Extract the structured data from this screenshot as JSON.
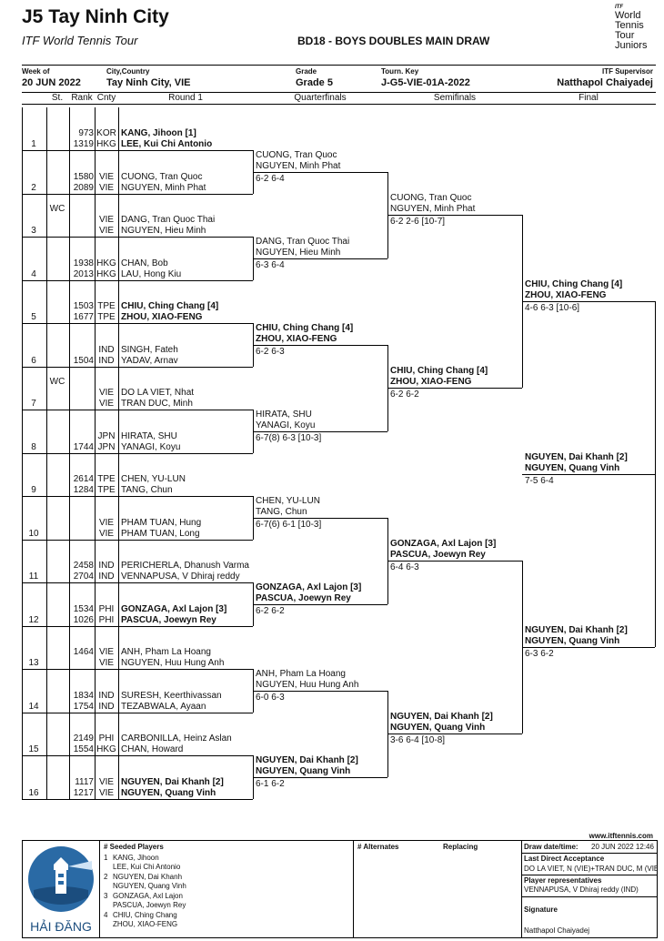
{
  "header": {
    "title": "J5 Tay Ninh City",
    "subtitle": "ITF World Tennis Tour",
    "draw_title": "BD18 - BOYS DOUBLES MAIN DRAW",
    "logo": {
      "itf": "ITF",
      "line1": "World",
      "line2": "Tennis",
      "line3": "Tour",
      "line4": "Juniors"
    },
    "info": [
      {
        "label": "Week of",
        "value": "20 JUN 2022"
      },
      {
        "label": "City,Country",
        "value": "Tay Ninh City, VIE"
      },
      {
        "label": "Grade",
        "value": "Grade 5"
      },
      {
        "label": "Tourn. Key",
        "value": "J-G5-VIE-01A-2022"
      },
      {
        "label": "ITF Supervisor",
        "value": "Natthapol Chaiyadej"
      }
    ],
    "columns": [
      "St.",
      "Rank",
      "Cnty",
      "Round 1",
      "Quarterfinals",
      "Semifinals",
      "Final"
    ]
  },
  "round1": [
    {
      "line": "1",
      "st": "",
      "p1": {
        "rank": "973",
        "cnty": "KOR",
        "name": "KANG, Jihoon [1]",
        "bold": true
      },
      "p2": {
        "rank": "1319",
        "cnty": "HKG",
        "name": "LEE, Kui Chi Antonio",
        "bold": true
      }
    },
    {
      "line": "2",
      "st": "",
      "p1": {
        "rank": "1580",
        "cnty": "VIE",
        "name": "CUONG, Tran Quoc",
        "bold": false
      },
      "p2": {
        "rank": "2089",
        "cnty": "VIE",
        "name": "NGUYEN, Minh Phat",
        "bold": false
      }
    },
    {
      "line": "3",
      "st": "WC",
      "p1": {
        "rank": "",
        "cnty": "VIE",
        "name": "DANG, Tran Quoc Thai",
        "bold": false
      },
      "p2": {
        "rank": "",
        "cnty": "VIE",
        "name": "NGUYEN, Hieu Minh",
        "bold": false
      }
    },
    {
      "line": "4",
      "st": "",
      "p1": {
        "rank": "1938",
        "cnty": "HKG",
        "name": "CHAN, Bob",
        "bold": false
      },
      "p2": {
        "rank": "2013",
        "cnty": "HKG",
        "name": "LAU, Hong Kiu",
        "bold": false
      }
    },
    {
      "line": "5",
      "st": "",
      "p1": {
        "rank": "1503",
        "cnty": "TPE",
        "name": "CHIU, Ching Chang [4]",
        "bold": true
      },
      "p2": {
        "rank": "1677",
        "cnty": "TPE",
        "name": "ZHOU, XIAO-FENG",
        "bold": true
      }
    },
    {
      "line": "6",
      "st": "",
      "p1": {
        "rank": "",
        "cnty": "IND",
        "name": "SINGH, Fateh",
        "bold": false
      },
      "p2": {
        "rank": "1504",
        "cnty": "IND",
        "name": "YADAV, Arnav",
        "bold": false
      }
    },
    {
      "line": "7",
      "st": "WC",
      "p1": {
        "rank": "",
        "cnty": "VIE",
        "name": "DO LA VIET, Nhat",
        "bold": false
      },
      "p2": {
        "rank": "",
        "cnty": "VIE",
        "name": "TRAN DUC, Minh",
        "bold": false
      }
    },
    {
      "line": "8",
      "st": "",
      "p1": {
        "rank": "",
        "cnty": "JPN",
        "name": "HIRATA, SHU",
        "bold": false
      },
      "p2": {
        "rank": "1744",
        "cnty": "JPN",
        "name": "YANAGI, Koyu",
        "bold": false
      }
    },
    {
      "line": "9",
      "st": "",
      "p1": {
        "rank": "2614",
        "cnty": "TPE",
        "name": "CHEN, YU-LUN",
        "bold": false
      },
      "p2": {
        "rank": "1284",
        "cnty": "TPE",
        "name": "TANG, Chun",
        "bold": false
      }
    },
    {
      "line": "10",
      "st": "",
      "p1": {
        "rank": "",
        "cnty": "VIE",
        "name": "PHAM TUAN, Hung",
        "bold": false
      },
      "p2": {
        "rank": "",
        "cnty": "VIE",
        "name": "PHAM TUAN, Long",
        "bold": false
      }
    },
    {
      "line": "11",
      "st": "",
      "p1": {
        "rank": "2458",
        "cnty": "IND",
        "name": "PERICHERLA, Dhanush Varma",
        "bold": false
      },
      "p2": {
        "rank": "2704",
        "cnty": "IND",
        "name": "VENNAPUSA, V Dhiraj reddy",
        "bold": false
      }
    },
    {
      "line": "12",
      "st": "",
      "p1": {
        "rank": "1534",
        "cnty": "PHI",
        "name": "GONZAGA, Axl Lajon [3]",
        "bold": true
      },
      "p2": {
        "rank": "1026",
        "cnty": "PHI",
        "name": "PASCUA, Joewyn Rey",
        "bold": true
      }
    },
    {
      "line": "13",
      "st": "",
      "p1": {
        "rank": "1464",
        "cnty": "VIE",
        "name": "ANH, Pham La Hoang",
        "bold": false
      },
      "p2": {
        "rank": "",
        "cnty": "VIE",
        "name": "NGUYEN, Huu Hung Anh",
        "bold": false
      }
    },
    {
      "line": "14",
      "st": "",
      "p1": {
        "rank": "1834",
        "cnty": "IND",
        "name": "SURESH, Keerthivassan",
        "bold": false
      },
      "p2": {
        "rank": "1754",
        "cnty": "IND",
        "name": "TEZABWALA, Ayaan",
        "bold": false
      }
    },
    {
      "line": "15",
      "st": "",
      "p1": {
        "rank": "2149",
        "cnty": "PHI",
        "name": "CARBONILLA, Heinz Aslan",
        "bold": false
      },
      "p2": {
        "rank": "1554",
        "cnty": "HKG",
        "name": "CHAN, Howard",
        "bold": false
      }
    },
    {
      "line": "16",
      "st": "",
      "p1": {
        "rank": "1117",
        "cnty": "VIE",
        "name": "NGUYEN, Dai Khanh [2]",
        "bold": true
      },
      "p2": {
        "rank": "1217",
        "cnty": "VIE",
        "name": "NGUYEN, Quang Vinh",
        "bold": true
      }
    }
  ],
  "quarterfinals": [
    {
      "p1": "CUONG, Tran Quoc",
      "p2": "NGUYEN, Minh Phat",
      "score": "6-2 6-4",
      "bold": false
    },
    {
      "p1": "DANG, Tran Quoc Thai",
      "p2": "NGUYEN, Hieu Minh",
      "score": "6-3 6-4",
      "bold": false
    },
    {
      "p1": "CHIU, Ching Chang [4]",
      "p2": "ZHOU, XIAO-FENG",
      "score": "6-2 6-3",
      "bold": true
    },
    {
      "p1": "HIRATA, SHU",
      "p2": "YANAGI, Koyu",
      "score": "6-7(8) 6-3 [10-3]",
      "bold": false
    },
    {
      "p1": "CHEN, YU-LUN",
      "p2": "TANG, Chun",
      "score": "6-7(6) 6-1 [10-3]",
      "bold": false
    },
    {
      "p1": "GONZAGA, Axl Lajon [3]",
      "p2": "PASCUA, Joewyn Rey",
      "score": "6-2 6-2",
      "bold": true
    },
    {
      "p1": "ANH, Pham La Hoang",
      "p2": "NGUYEN, Huu Hung Anh",
      "score": "6-0 6-3",
      "bold": false
    },
    {
      "p1": "NGUYEN, Dai Khanh [2]",
      "p2": "NGUYEN, Quang Vinh",
      "score": "6-1 6-2",
      "bold": true
    }
  ],
  "semifinals": [
    {
      "p1": "CUONG, Tran Quoc",
      "p2": "NGUYEN, Minh Phat",
      "score": "6-2 2-6 [10-7]",
      "bold": false
    },
    {
      "p1": "CHIU, Ching Chang [4]",
      "p2": "ZHOU, XIAO-FENG",
      "score": "6-2 6-2",
      "bold": true
    },
    {
      "p1": "GONZAGA, Axl Lajon [3]",
      "p2": "PASCUA, Joewyn Rey",
      "score": "6-4 6-3",
      "bold": true
    },
    {
      "p1": "NGUYEN, Dai Khanh [2]",
      "p2": "NGUYEN, Quang Vinh",
      "score": "3-6 6-4 [10-8]",
      "bold": true
    }
  ],
  "final": [
    {
      "p1": "CHIU, Ching Chang [4]",
      "p2": "ZHOU, XIAO-FENG",
      "score": "4-6 6-3 [10-6]",
      "bold": true
    },
    {
      "p1": "NGUYEN, Dai Khanh [2]",
      "p2": "NGUYEN, Quang Vinh",
      "score": "6-3 6-2",
      "bold": true
    }
  ],
  "winner": {
    "p1": "NGUYEN, Dai Khanh [2]",
    "p2": "NGUYEN, Quang Vinh",
    "score": "7-5 6-4",
    "bold": true
  },
  "footer": {
    "website": "www.itftennis.com",
    "logo_text": "HẢI ĐĂNG",
    "seeded_header": "# Seeded Players",
    "seeded": [
      {
        "num": "1",
        "p1": "KANG, Jihoon",
        "p2": "LEE, Kui Chi Antonio"
      },
      {
        "num": "2",
        "p1": "NGUYEN, Dai Khanh",
        "p2": "NGUYEN, Quang Vinh"
      },
      {
        "num": "3",
        "p1": "GONZAGA, Axl Lajon",
        "p2": "PASCUA, Joewyn Rey"
      },
      {
        "num": "4",
        "p1": "CHIU, Ching Chang",
        "p2": "ZHOU, XIAO-FENG"
      }
    ],
    "alternates_header": "# Alternates",
    "replacing_header": "Replacing",
    "draw_datetime_label": "Draw date/time:",
    "draw_datetime": "20 JUN 2022 12:46",
    "lda_label": "Last Direct Acceptance",
    "lda_value": "DO LA VIET, N (VIE)+TRAN DUC, M (VIE)",
    "reps_label": "Player representatives",
    "reps_value": "VENNAPUSA, V Dhiraj reddy (IND)",
    "signature_label": "Signature",
    "signature_name": "Natthapol Chaiyadej"
  }
}
